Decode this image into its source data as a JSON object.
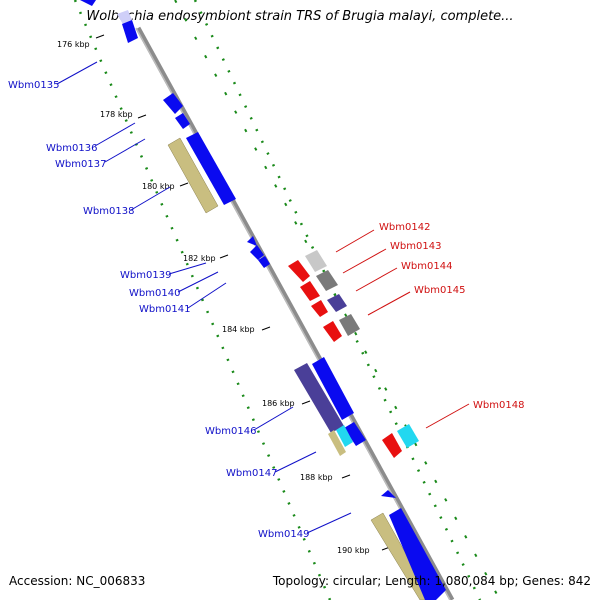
{
  "title": "Wolbachia endosymbiont strain TRS of Brugia malayi, complete...",
  "footer": {
    "accession": "Accession: NC_006833",
    "summary": "Topology: circular; Length: 1,080,084 bp; Genes: 842"
  },
  "ticks": [
    "176 kbp",
    "178 kbp",
    "180 kbp",
    "182 kbp",
    "184 kbp",
    "186 kbp",
    "188 kbp",
    "190 kbp"
  ],
  "genes_left": [
    "Wbm0135",
    "Wbm0136",
    "Wbm0137",
    "Wbm0138",
    "Wbm0139",
    "Wbm0140",
    "Wbm0141",
    "Wbm0146",
    "Wbm0147",
    "Wbm0149"
  ],
  "genes_right": [
    "Wbm0142",
    "Wbm0143",
    "Wbm0144",
    "Wbm0145",
    "Wbm0148"
  ],
  "colors": {
    "forward_gene": "#0a0af0",
    "reverse_gene": "#e81010",
    "rna_feature": "#c9be80",
    "grey_feature": "#7a7a7a",
    "light_grey_feature": "#c8c8c8",
    "purple_feature": "#4a3f98",
    "cyan_feature": "#22d8f0",
    "backbone": "#8c8c8c",
    "gc_dots": "#1a8a1a"
  }
}
